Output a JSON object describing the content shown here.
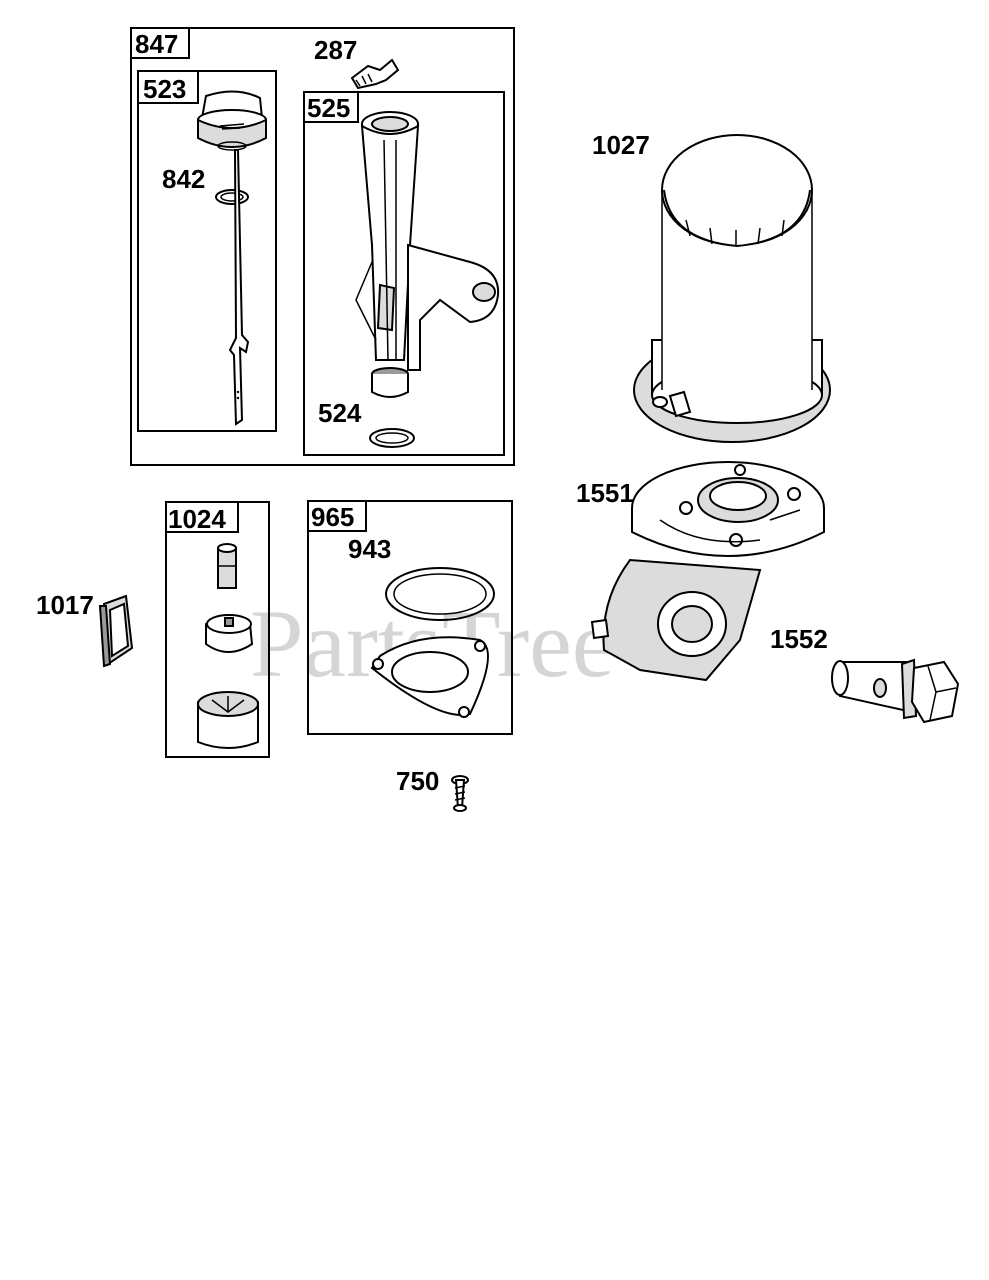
{
  "watermark": "PartsTree",
  "groups": {
    "g847": "847",
    "g523": "523",
    "g525": "525",
    "g1024": "1024",
    "g965": "965"
  },
  "parts": {
    "p287": "287",
    "p842": "842",
    "p524": "524",
    "p1027": "1027",
    "p1551": "1551",
    "p1552": "1552",
    "p1017": "1017",
    "p943": "943",
    "p750": "750"
  }
}
